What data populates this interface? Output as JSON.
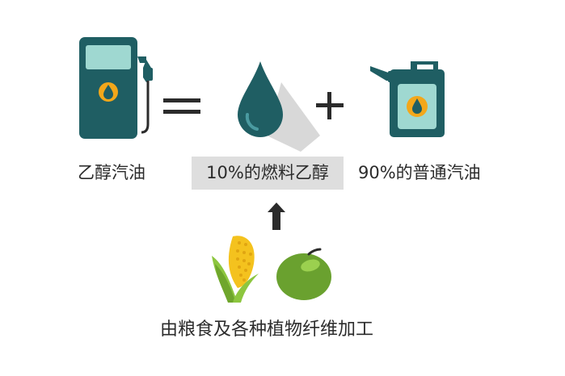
{
  "labels": {
    "ethanol_gasoline": "乙醇汽油",
    "ethanol_fuel": "10%的燃料乙醇",
    "regular_gasoline": "90%的普通汽油",
    "source": "由粮食及各种植物纤维加工"
  },
  "icons": [
    "fuel-pump-icon",
    "equals-icon",
    "drop-icon",
    "plus-icon",
    "jerry-can-icon",
    "arrow-up-icon",
    "corn-icon",
    "olive-icon"
  ],
  "colors": {
    "teal_dark": "#1f5e63",
    "teal_light": "#9fd8d1",
    "accent_orange": "#f3a71a",
    "label_box": "#dedede",
    "corn_yellow": "#f4c21e",
    "leaf_green": "#8dc63f",
    "olive_green": "#6aa12f"
  }
}
